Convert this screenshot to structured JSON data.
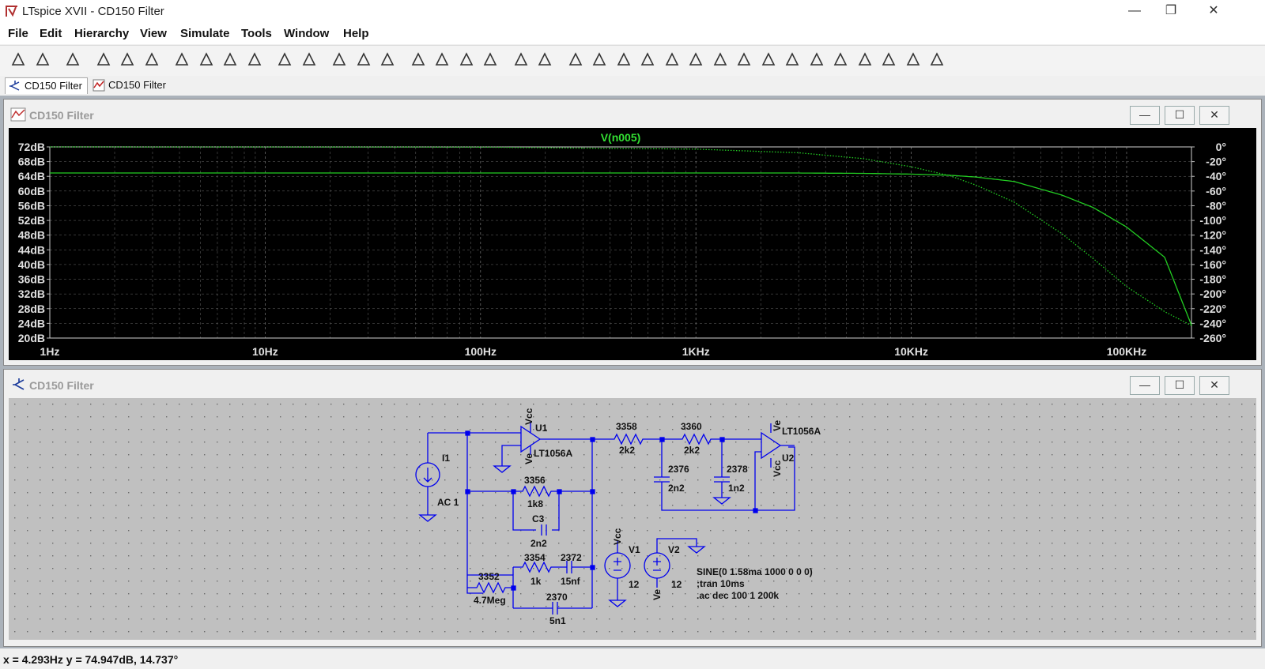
{
  "window": {
    "title": "LTspice XVII - CD150 Filter",
    "minimize": "—",
    "restore": "❐",
    "close": "✕"
  },
  "menu": [
    "File",
    "Edit",
    "Hierarchy",
    "View",
    "Simulate",
    "Tools",
    "Window",
    "Help"
  ],
  "toolbar_icons": [
    "run-icon",
    "open-icon",
    "save-icon",
    "control-panel-icon",
    "halt-icon",
    "pan-icon",
    "zoom-in-icon",
    "zoom-area-icon",
    "zoom-out-icon",
    "zoom-cancel-icon",
    "autoscale-icon",
    "plot-settings-icon",
    "tile-horizontal-icon",
    "cascade-icon",
    "tile-vertical-icon",
    "cut-icon",
    "copy-icon",
    "paste-icon",
    "find-icon",
    "print-icon",
    "print-preview-icon",
    "wire-icon",
    "ground-icon",
    "label-net-icon",
    "resistor-icon",
    "capacitor-icon",
    "inductor-icon",
    "diode-icon",
    "component-icon",
    "move-icon",
    "drag-icon",
    "undo-icon",
    "redo-icon",
    "rotate-icon",
    "mirror-icon",
    "text-icon",
    "spice-directive-icon"
  ],
  "tabs": [
    {
      "label": "CD150 Filter",
      "icon": "schematic-icon"
    },
    {
      "label": "CD150 Filter",
      "icon": "waveform-icon"
    }
  ],
  "plot_window": {
    "title": "CD150 Filter",
    "min": "—",
    "max": "☐",
    "close": "✕"
  },
  "schematic_window": {
    "title": "CD150 Filter",
    "min": "—",
    "max": "☐",
    "close": "✕"
  },
  "chart_data": {
    "type": "line",
    "title": "V(n005)",
    "xlabel": "",
    "ylabel": "",
    "xscale": "log",
    "xlim": [
      1,
      200000
    ],
    "ylim": [
      20,
      72
    ],
    "y2lim": [
      -260,
      0
    ],
    "x_tick_labels": [
      "1Hz",
      "10Hz",
      "100Hz",
      "1KHz",
      "10KHz",
      "100KHz"
    ],
    "y_tick_labels": [
      "72dB",
      "68dB",
      "64dB",
      "60dB",
      "56dB",
      "52dB",
      "48dB",
      "44dB",
      "40dB",
      "36dB",
      "32dB",
      "28dB",
      "24dB",
      "20dB"
    ],
    "y2_tick_labels": [
      "0°",
      "-20°",
      "-40°",
      "-60°",
      "-80°",
      "-100°",
      "-120°",
      "-140°",
      "-160°",
      "-180°",
      "-200°",
      "-220°",
      "-240°",
      "-260°"
    ],
    "grid": true,
    "series": [
      {
        "name": "V(n005)",
        "style": "solid",
        "color": "#22cc22",
        "x": [
          1,
          1000,
          3000,
          6000,
          10000,
          15000,
          20000,
          30000,
          50000,
          70000,
          100000,
          150000,
          200000
        ],
        "y": [
          64.9,
          64.9,
          64.9,
          64.8,
          64.6,
          64.3,
          63.8,
          62.6,
          58.9,
          55.5,
          50.2,
          42.0,
          23.5
        ]
      },
      {
        "name": "phase",
        "style": "dotted",
        "color": "#22cc22",
        "x": [
          1,
          100,
          1000,
          3000,
          6000,
          10000,
          15000,
          20000,
          30000,
          50000,
          70000,
          100000,
          150000,
          200000
        ],
        "y": [
          0,
          -0.3,
          -3,
          -8,
          -16,
          -27,
          -39,
          -52,
          -75,
          -118,
          -152,
          -190,
          -224,
          -243
        ]
      }
    ]
  },
  "schematic": {
    "labels": {
      "u1": "U1",
      "u1_model": "LT1056A",
      "u1_vcc": "Vcc",
      "u1_ve": "Ve",
      "u2": "U2",
      "u2_model": "LT1056A",
      "u2_vcc": "Vcc",
      "u2_ve": "Ve",
      "i1": "I1",
      "i1_val": "AC 1",
      "r3358": "3358",
      "r3358_val": "2k2",
      "r3360": "3360",
      "r3360_val": "2k2",
      "c2376": "2376",
      "c2376_val": "2n2",
      "c2378": "2378",
      "c2378_val": "1n2",
      "r3356": "3356",
      "r3356_val": "1k8",
      "c3": "C3",
      "c3_val": "2n2",
      "r3354": "3354",
      "r3354_val": "1k",
      "c2372": "2372",
      "c2372_val": "15nf",
      "c2370": "2370",
      "c2370_val": "5n1",
      "r3352": "3352",
      "r3352_val": "4.7Meg",
      "v1": "V1",
      "v1_val": "12",
      "v1_vcc": "Vcc",
      "v2": "V2",
      "v2_val": "12",
      "v2_ve": "Ve"
    },
    "directives": [
      "SINE(0 1.58ma 1000 0 0 0)",
      ";tran 10ms",
      ".ac dec 100 1 200k"
    ]
  },
  "status": {
    "text": "x = 4.293Hz    y = 74.947dB, 14.737°"
  }
}
